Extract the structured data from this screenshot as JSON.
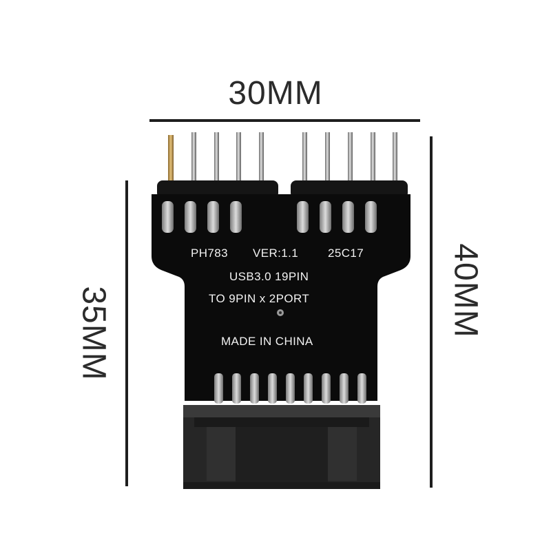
{
  "dimensions": {
    "width_label": "30MM",
    "board_height_label": "35MM",
    "total_height_label": "40MM"
  },
  "board": {
    "model_line": [
      "PH783",
      "VER:1.1",
      "25C17"
    ],
    "line2": "USB3.0 19PIN",
    "line3": "TO 9PIN x  2PORT",
    "line4": "MADE IN CHINA"
  },
  "colors": {
    "pcb": "#0b0b0b",
    "pin": "#b9b9b9",
    "gold": "#c9a35a",
    "connector": "#2a2a2a"
  }
}
